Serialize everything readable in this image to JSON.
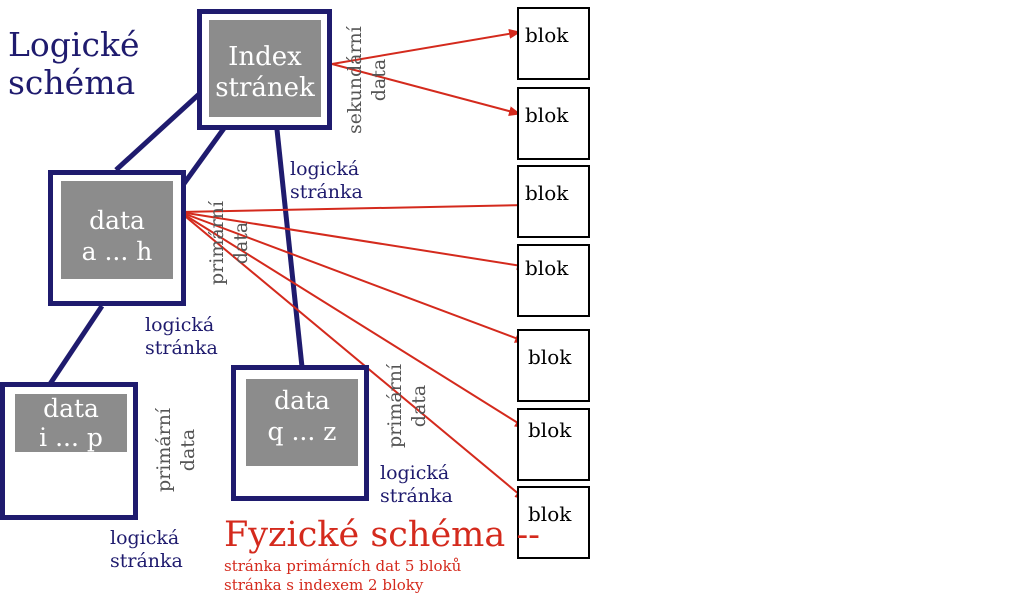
{
  "logical_title_line1": "Logické",
  "logical_title_line2": "schéma",
  "index_box": {
    "line1": "Index",
    "line2": "stránek"
  },
  "secondary_label": {
    "line1": "sekundární",
    "line2": "data"
  },
  "logical_page_label": {
    "line1": "logická",
    "line2": "stránka"
  },
  "primary_label": {
    "line1": "primární",
    "line2": "data"
  },
  "data_ah": {
    "line1": "data",
    "line2": "a ... h"
  },
  "data_ip": {
    "line1": "data",
    "line2": "i ... p"
  },
  "data_qz": {
    "line1": "data",
    "line2": "q ... z"
  },
  "block_label": "blok",
  "physical_title": "Fyzické schéma --",
  "physical_note_line1": "stránka primárních dat 5 bloků",
  "physical_note_line2": "stránka s indexem 2 bloky",
  "colors": {
    "navy": "#1f1b6e",
    "red": "#d42a1d",
    "gray": "#8c8c8c"
  }
}
